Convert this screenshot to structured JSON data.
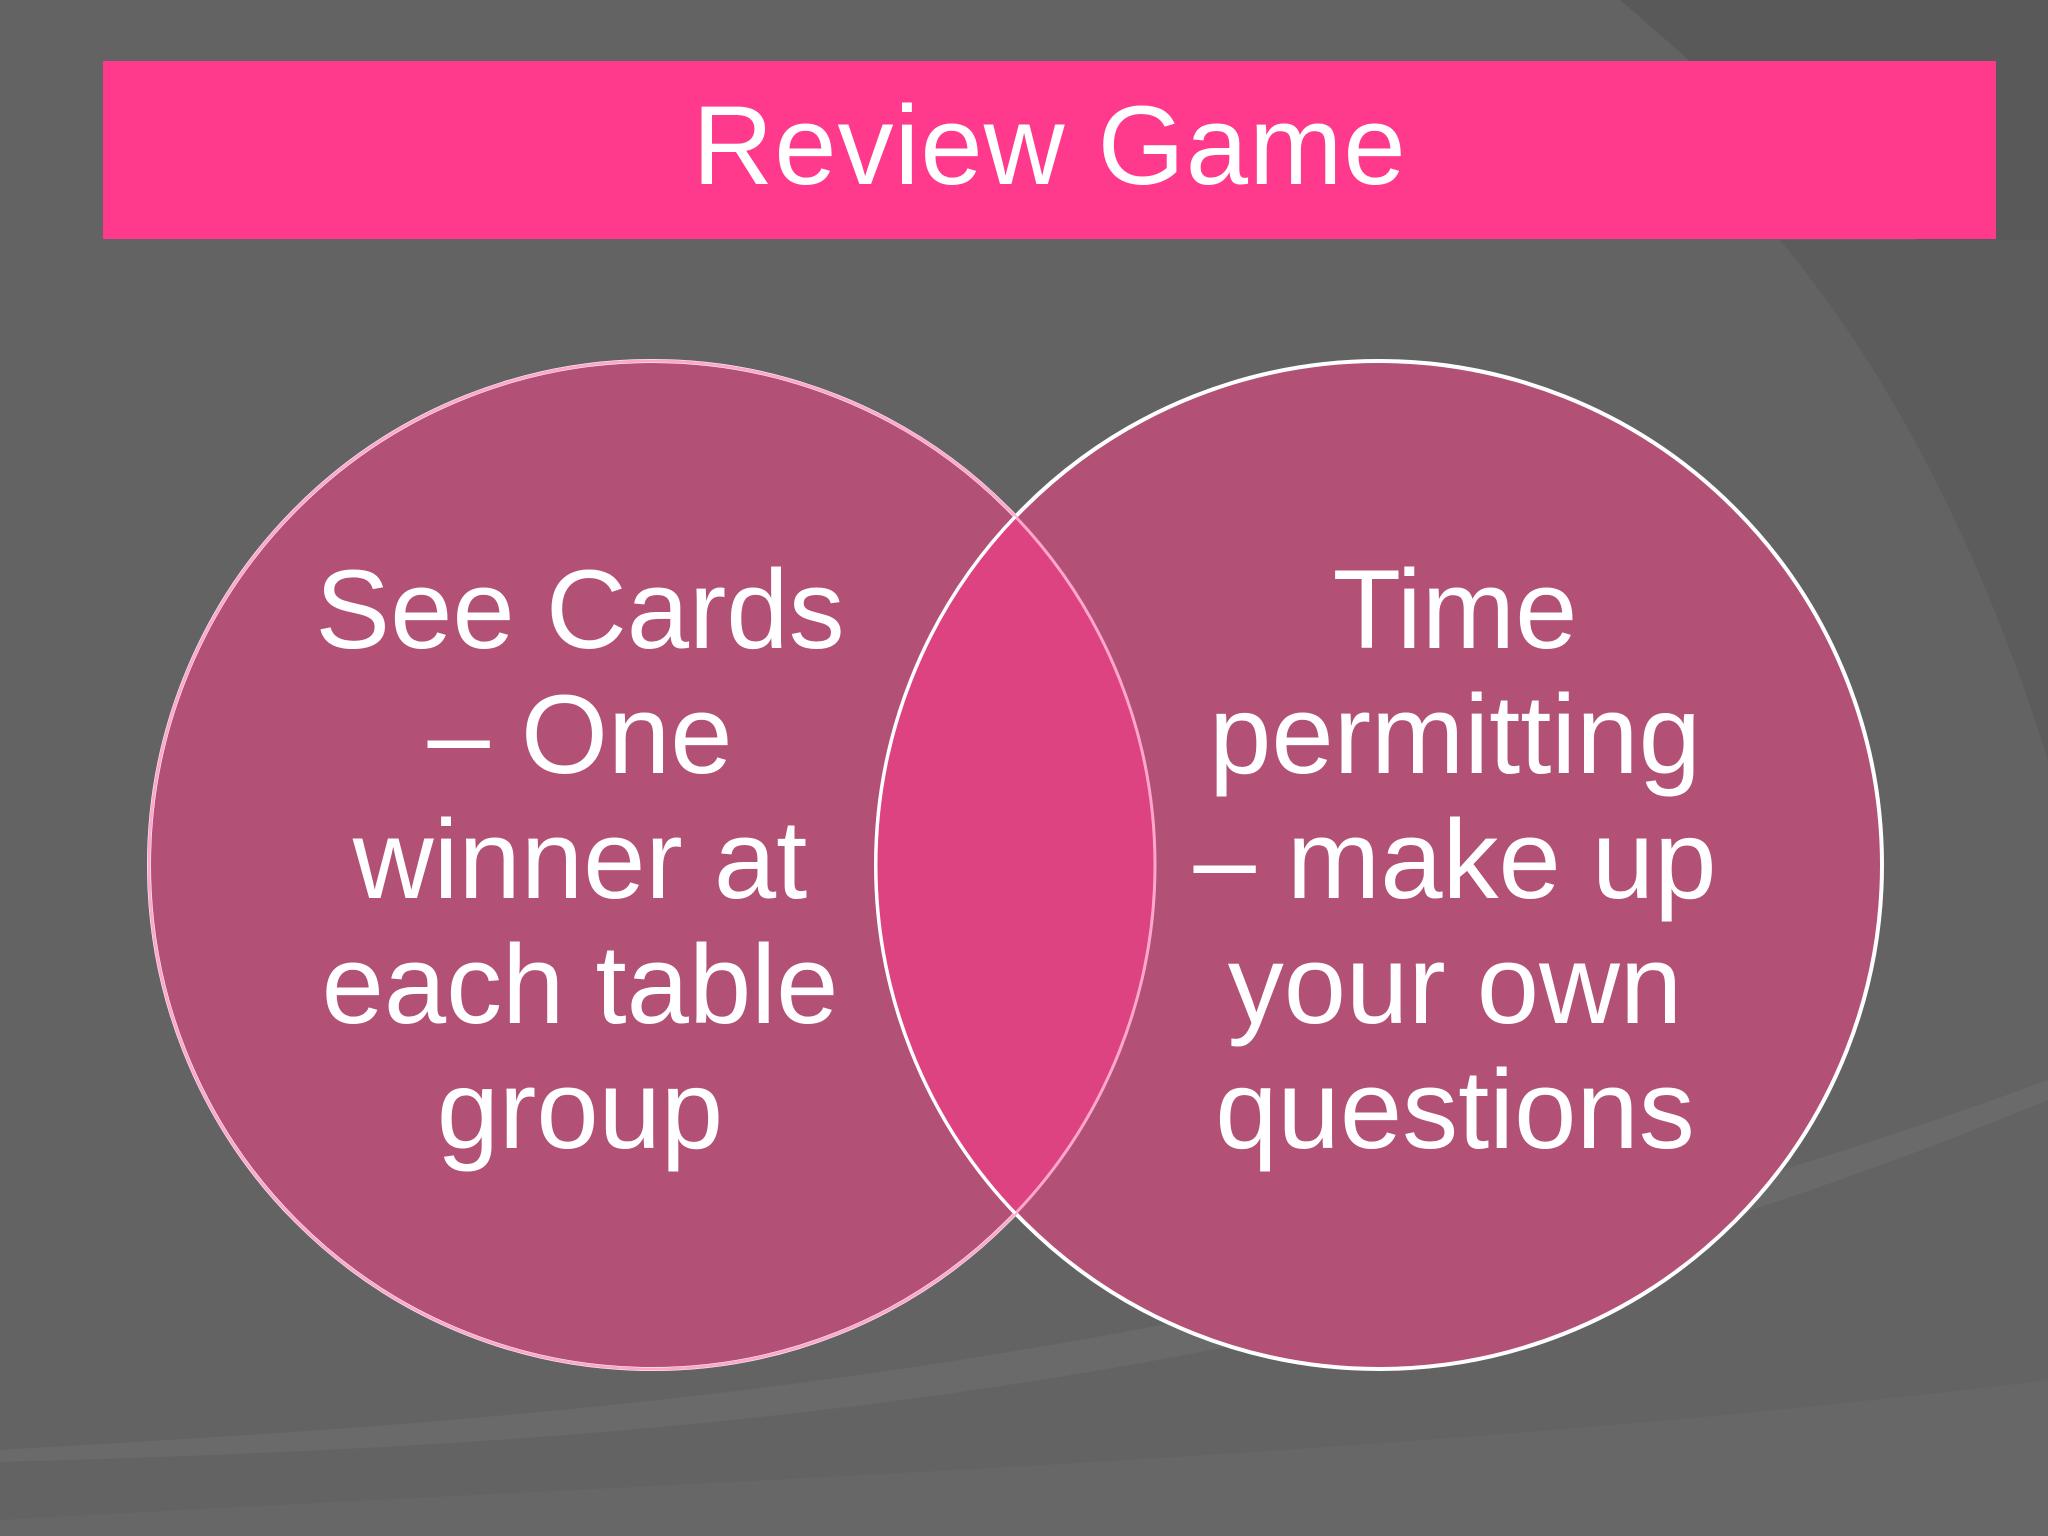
{
  "slide": {
    "title": "Review Game",
    "colors": {
      "background": "#636363",
      "title_bar": "#ff3a8c",
      "circle_fill": "#b35076",
      "overlap_fill": "#dc4380",
      "text": "#ffffff"
    }
  },
  "venn": {
    "left": {
      "lines": [
        "See Cards",
        "– One",
        "winner at",
        "each table",
        "group"
      ]
    },
    "right": {
      "lines": [
        "Time",
        "permitting",
        "– make up",
        "your own",
        "questions"
      ]
    }
  }
}
